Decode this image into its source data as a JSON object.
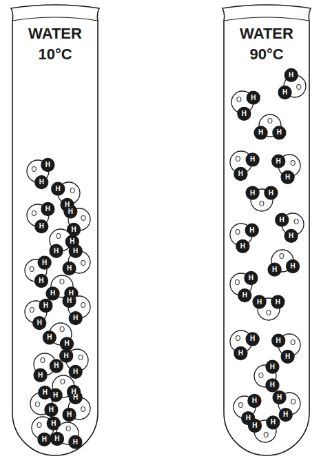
{
  "diagram": {
    "nodes": [
      {
        "text": [
          "WATER 10°C"
        ]
      },
      {
        "text": [
          "WATER 90°C"
        ]
      }
    ],
    "labels": [
      "O",
      "H",
      "H",
      "O",
      "H",
      "H",
      "O",
      "H",
      "H",
      "O",
      "H",
      "H",
      "O",
      "H",
      "H",
      "O",
      "H",
      "H",
      "O",
      "H",
      "H",
      "O",
      "H",
      "H",
      "O",
      "H",
      "H",
      "O",
      "H",
      "H",
      "O",
      "H",
      "H",
      "O",
      "H",
      "H",
      "O",
      "H",
      "H",
      "O",
      "H",
      "H",
      "O",
      "H",
      "H",
      "O",
      "H",
      "H",
      "O",
      "H",
      "H",
      "O",
      "H",
      "H",
      "O",
      "H",
      "H",
      "O",
      "H",
      "H",
      "O",
      "H",
      "H",
      "O",
      "H",
      "H",
      "O",
      "H",
      "H",
      "O",
      "H",
      "H",
      "O",
      "H",
      "H",
      "O",
      "H",
      "H",
      "O",
      "H",
      "H",
      "O",
      "H",
      "H",
      "O",
      "H",
      "H",
      "O",
      "H",
      "H",
      "O",
      "H",
      "H",
      "O",
      "H",
      "H",
      "O",
      "H",
      "H",
      "O",
      "H",
      "H",
      "O",
      "H",
      "H"
    ]
  }
}
